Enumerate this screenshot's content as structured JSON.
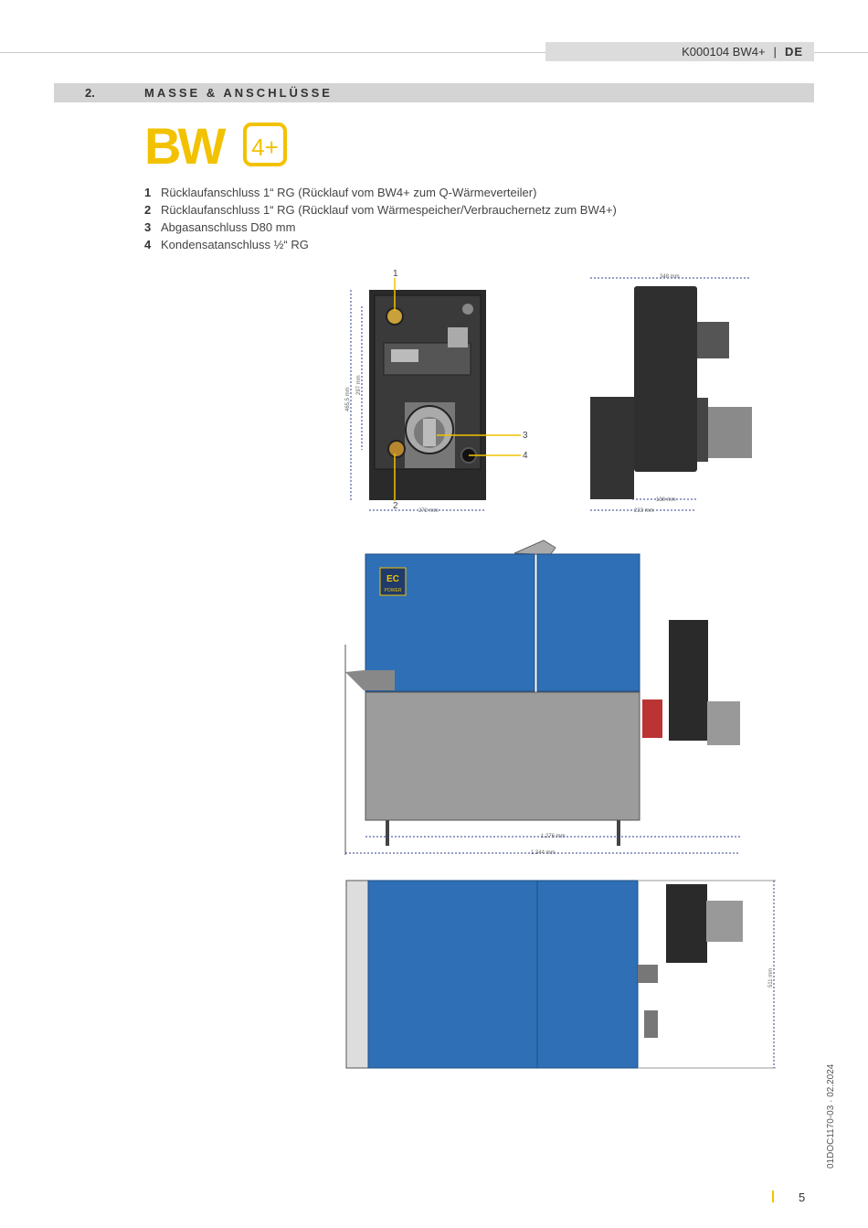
{
  "header": {
    "doc_id": "K000104 BW4+",
    "separator": "|",
    "lang": "DE"
  },
  "section": {
    "number": "2.",
    "title": "MASSE & ANSCHLÜSSE"
  },
  "logo": {
    "text": "BW",
    "badge": "4+",
    "color": "#f2c200"
  },
  "legend": [
    {
      "num": "1",
      "text": "Rücklaufanschluss 1“ RG (Rücklauf vom BW4+ zum Q-Wärmeverteiler)"
    },
    {
      "num": "2",
      "text": "Rücklaufanschluss 1“ RG (Rücklauf vom Wärmespeicher/Verbrauchernetz zum BW4+)"
    },
    {
      "num": "3",
      "text": "Abgasanschluss  D80 mm"
    },
    {
      "num": "4",
      "text": "Kondensatanschluss ½“ RG"
    }
  ],
  "front_view": {
    "callouts": [
      "1",
      "2",
      "3",
      "4"
    ],
    "dim_height_total": "465,5 mm",
    "dim_height_inner": "297 mm",
    "dim_width": "272 mm"
  },
  "side_view": {
    "dim_top": "348 mm",
    "dim_bottom_inner": "138 mm",
    "dim_bottom_total": "233 mm"
  },
  "unit_view": {
    "brand_line1": "EC",
    "brand_line2": "POWER",
    "dim_inner": "1.276 mm",
    "dim_total": "1.344 mm"
  },
  "top_view": {
    "dim_depth": "511 mm"
  },
  "colors": {
    "accent": "#f2c200",
    "unit_blue": "#2f6fb5",
    "dim_blue": "#2d3f8f"
  },
  "footer": {
    "doc_code": "01DOC1170-03 · 02.2024",
    "page": "5"
  }
}
